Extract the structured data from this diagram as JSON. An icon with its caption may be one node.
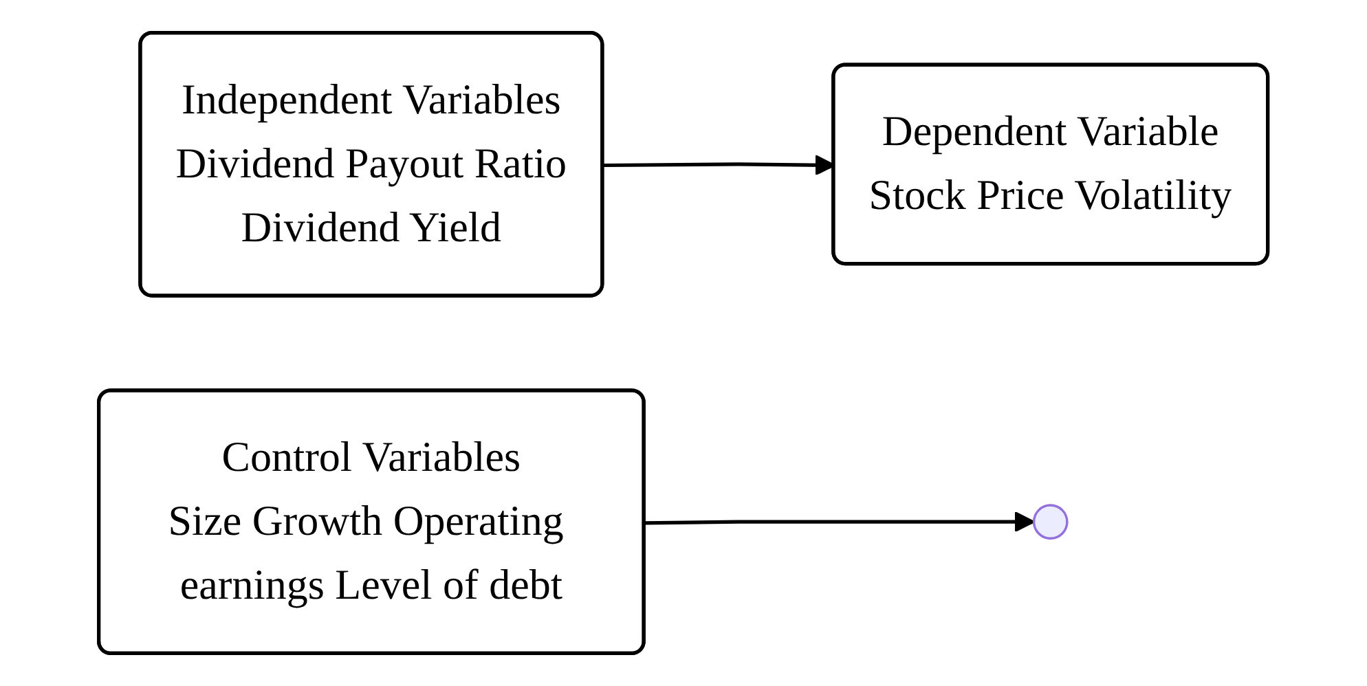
{
  "diagram": {
    "nodes": [
      {
        "text": [
          "Independent Variables",
          "Dividend Payout Ratio",
          "Dividend Yield"
        ]
      },
      {
        "text": [
          "Control Variables",
          "Size Growth Operating earnings Level of debt"
        ]
      },
      {
        "text": [
          "Dependent Variable",
          "Stock Price Volatility"
        ]
      }
    ],
    "edges": [
      {
        "from": 0,
        "to": 2,
        "arrow": "to"
      },
      {
        "from": 1,
        "to": null,
        "arrow": "to"
      }
    ]
  }
}
